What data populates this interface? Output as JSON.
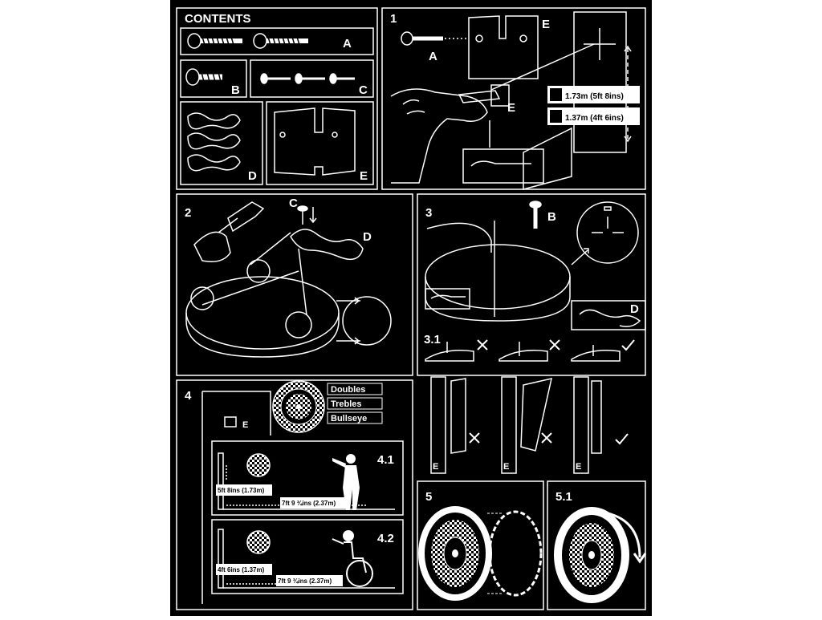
{
  "title": "CONTENTS",
  "parts": {
    "a": "A",
    "b": "B",
    "c": "C",
    "d": "D",
    "e": "E"
  },
  "steps": {
    "s1": "1",
    "s2": "2",
    "s3": "3",
    "s31": "3.1",
    "s4": "4",
    "s41": "4.1",
    "s42": "4.2",
    "s5": "5",
    "s51": "5.1"
  },
  "heights": {
    "standing": "1.73m (5ft 8ins)",
    "wheelchair": "1.37m (4ft 6ins)"
  },
  "board_zones": {
    "doubles": "Doubles",
    "trebles": "Trebles",
    "bullseye": "Bullseye"
  },
  "measurements": {
    "standing_height": "5ft 8ins (1.73m)",
    "throw_distance_1": "7ft 9 ¾ins (2.37m)",
    "wheelchair_height": "4ft 6ins (1.37m)",
    "throw_distance_2": "7ft 9 ¾ins (2.37m)"
  },
  "icons": [
    "standing-person-icon",
    "wheelchair-icon",
    "check-icon",
    "cross-icon",
    "hammer-icon",
    "screwdriver-icon"
  ],
  "colors": {
    "background": "#000000",
    "line": "#ffffff"
  }
}
